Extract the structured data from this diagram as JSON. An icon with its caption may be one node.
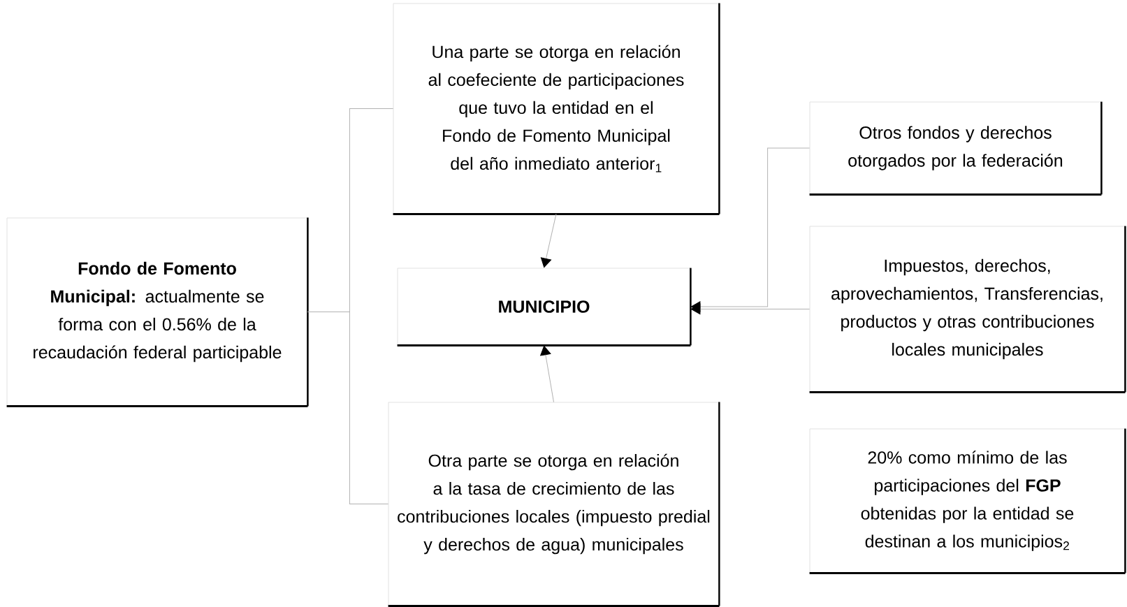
{
  "diagram": {
    "nodes": [
      {
        "text": [
          "**Fondo de Fomento Municipal:** actualmente se forma con el 0.56% de la recaudación federal participable"
        ]
      },
      {
        "text": [
          "Una parte se otorga en relación al coefeciente de participaciones que tuvo la entidad en el Fondo de Fomento Municipal del año inmediato anterior$_{1}$"
        ]
      },
      {
        "text": [
          "MUNICIPIO"
        ]
      },
      {
        "text": [
          "Otra parte se otorga en relación a la tasa de crecimiento de las contribuciones locales (impuesto predial y derechos de agua) municipales"
        ]
      },
      {
        "text": [
          "Otros fondos y derechos otorgados por la federación"
        ]
      },
      {
        "text": [
          "Impuestos, derechos, aprovechamientos, Transferencias, productos y otras contribuciones locales municipales"
        ]
      },
      {
        "text": [
          "20% como mínimo de las participaciones del **FGP** obtenidas por la entidad se destinan a los municipios$_{2}$"
        ]
      }
    ],
    "edges": [
      {
        "from": 0,
        "to": 1,
        "arrow": "none"
      },
      {
        "from": 0,
        "to": 3,
        "arrow": "none"
      },
      {
        "from": 1,
        "to": 2,
        "arrow": "to"
      },
      {
        "from": 3,
        "to": 2,
        "arrow": "to"
      },
      {
        "from": 4,
        "to": 2,
        "arrow": "to"
      },
      {
        "from": 5,
        "to": 2,
        "arrow": "to"
      }
    ]
  }
}
